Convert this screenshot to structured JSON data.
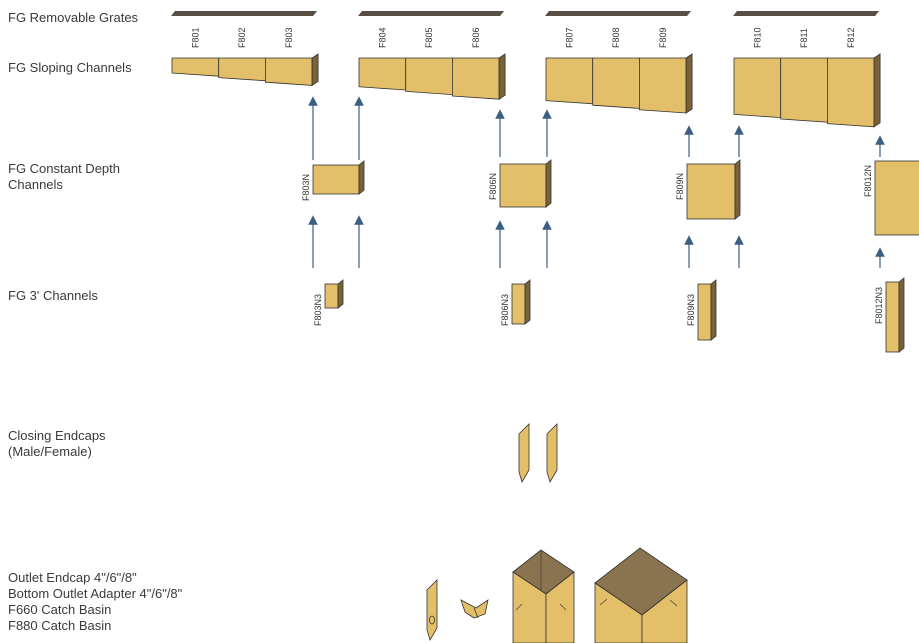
{
  "rows": {
    "grates": "FG Removable Grates",
    "sloping": "FG Sloping Channels",
    "constant": "FG Constant Depth\nChannels",
    "three_ft": "FG 3' Channels",
    "endcaps": "Closing Endcaps\n(Male/Female)",
    "outlet": "Outlet Endcap 4\"/6\"/8\"\nBottom Outlet Adapter 4\"/6\"/8\"\nF660 Catch Basin\nF880 Catch Basin"
  },
  "sloping_channels": [
    "F801",
    "F802",
    "F803",
    "F804",
    "F805",
    "F806",
    "F807",
    "F808",
    "F809",
    "F810",
    "F811",
    "F812"
  ],
  "constant_channels": [
    "F803N",
    "F806N",
    "F809N",
    "F8012N"
  ],
  "three_ft_channels": [
    "F803N3",
    "F806N3",
    "F809N3",
    "F8012N3"
  ],
  "colors": {
    "body": "#e3bf69",
    "dark": "#7a6238",
    "grate": "#5a4f45",
    "arrow": "#3b5f80"
  }
}
